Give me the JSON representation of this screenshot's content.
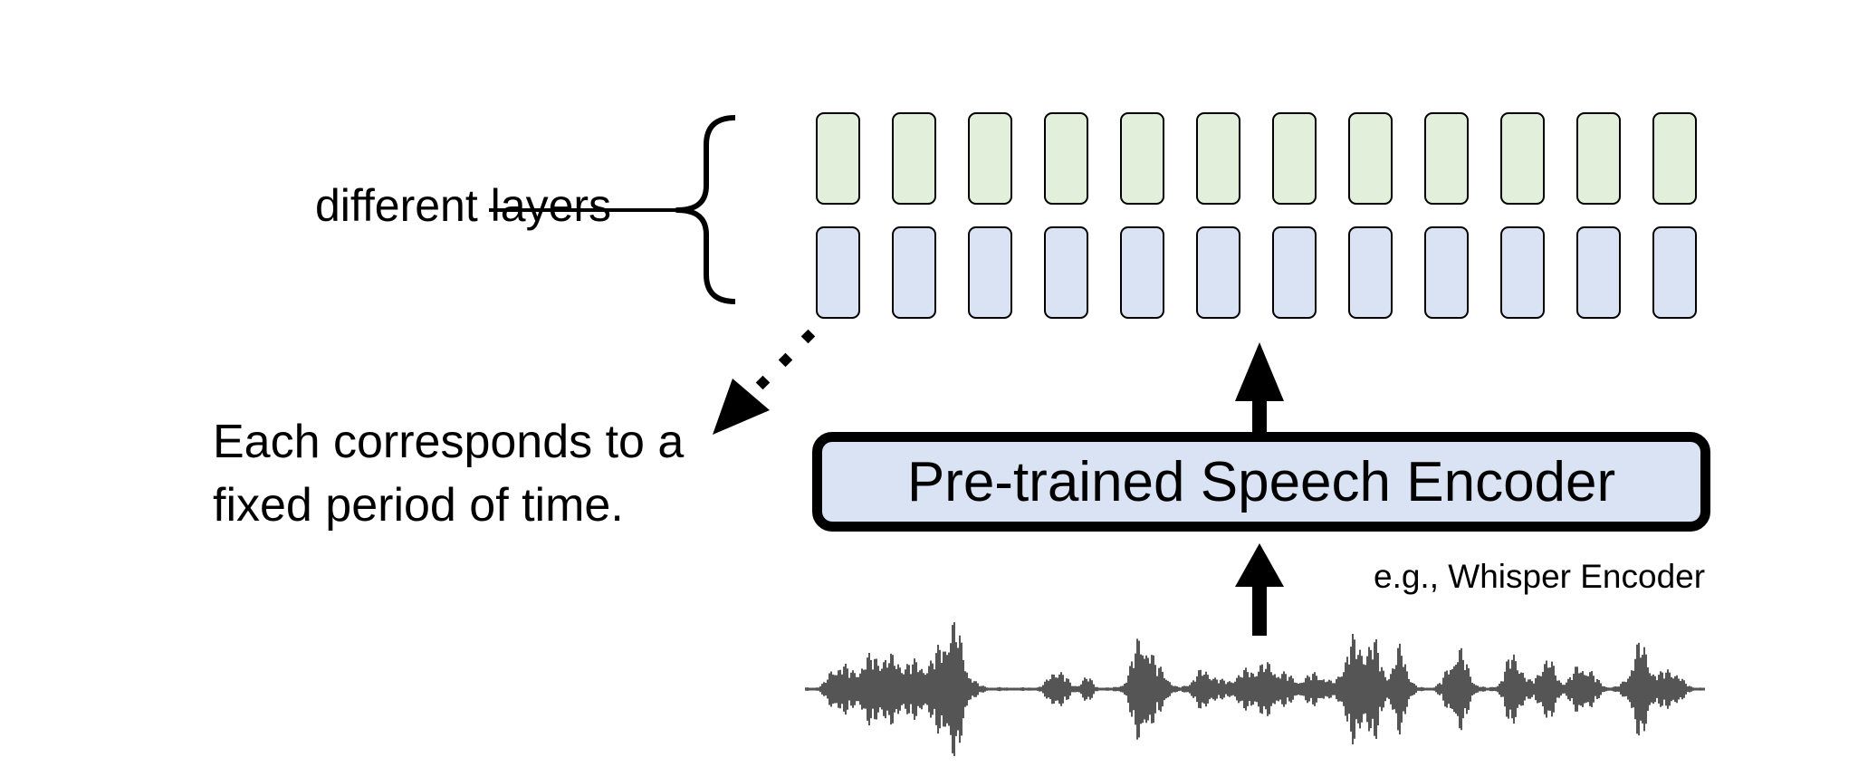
{
  "diagram": {
    "layers_label": "different layers",
    "period_caption": {
      "line1": "Each corresponds to a",
      "line2": "fixed period of time."
    },
    "encoder": {
      "title": "Pre-trained Speech Encoder",
      "example": "e.g., Whisper Encoder"
    },
    "feature_grid": {
      "columns": 12,
      "rows": [
        {
          "layer": "upper",
          "fill": "#e2efda"
        },
        {
          "layer": "lower",
          "fill": "#dae3f3"
        }
      ]
    },
    "icons": [
      "curly-brace-icon",
      "dotted-arrow-icon",
      "up-arrow-icon",
      "waveform-icon"
    ],
    "colors": {
      "stroke": "#000000",
      "encoder_fill": "#dae3f3",
      "waveform": "#555555"
    }
  }
}
